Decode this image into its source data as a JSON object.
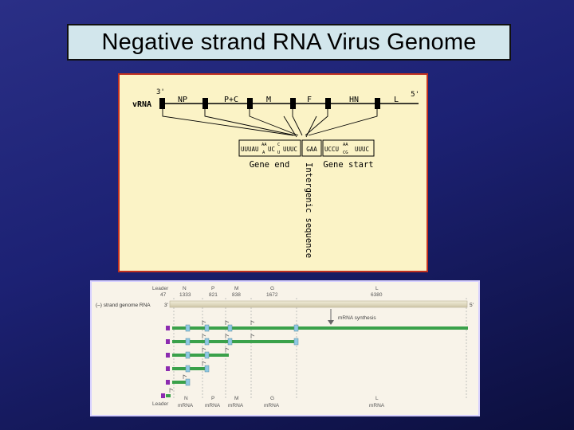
{
  "slide": {
    "title": "Negative strand RNA Virus Genome"
  },
  "top_figure": {
    "end_3": "3'",
    "end_5": "5'",
    "strand_label": "vRNA",
    "genes": [
      "NP",
      "P+C",
      "M",
      "F",
      "HN",
      "L"
    ],
    "end_seq_a": "UUUAU",
    "end_seq_b1": "UC",
    "end_seq_b2": "UUUC",
    "end_stack1_top": "AA",
    "end_stack1_bot": "A",
    "end_stack2_top": "C",
    "end_stack2_bot": "U",
    "intergenic_seq": "GAA",
    "start_seq_a": "UCCU",
    "start_seq_b": "UUUC",
    "start_stack_top": "AA",
    "start_stack_bot": "CG",
    "label_gene_end": "Gene end",
    "label_gene_start": "Gene start",
    "label_intergenic": "Intergenic sequence"
  },
  "bottom_figure": {
    "header": {
      "leader_label": "Leader",
      "leader_len": "47",
      "genes": [
        {
          "name": "N",
          "len": "1333"
        },
        {
          "name": "P",
          "len": "821"
        },
        {
          "name": "M",
          "len": "838"
        },
        {
          "name": "G",
          "len": "1672"
        },
        {
          "name": "L",
          "len": "6380"
        }
      ]
    },
    "genome_label": "(–) strand genome RNA",
    "end_3": "3'",
    "end_5": "5'",
    "synthesis_label": "mRNA synthesis",
    "footer": [
      {
        "line1": "Leader",
        "line2": ""
      },
      {
        "line1": "N",
        "line2": "mRNA"
      },
      {
        "line1": "P",
        "line2": "mRNA"
      },
      {
        "line1": "M",
        "line2": "mRNA"
      },
      {
        "line1": "G",
        "line2": "mRNA"
      },
      {
        "line1": "L",
        "line2": "mRNA"
      }
    ]
  },
  "colors": {
    "transcript": "#3aa14a",
    "cap": "#8fc9e3",
    "marker": "#8c2bb0"
  }
}
